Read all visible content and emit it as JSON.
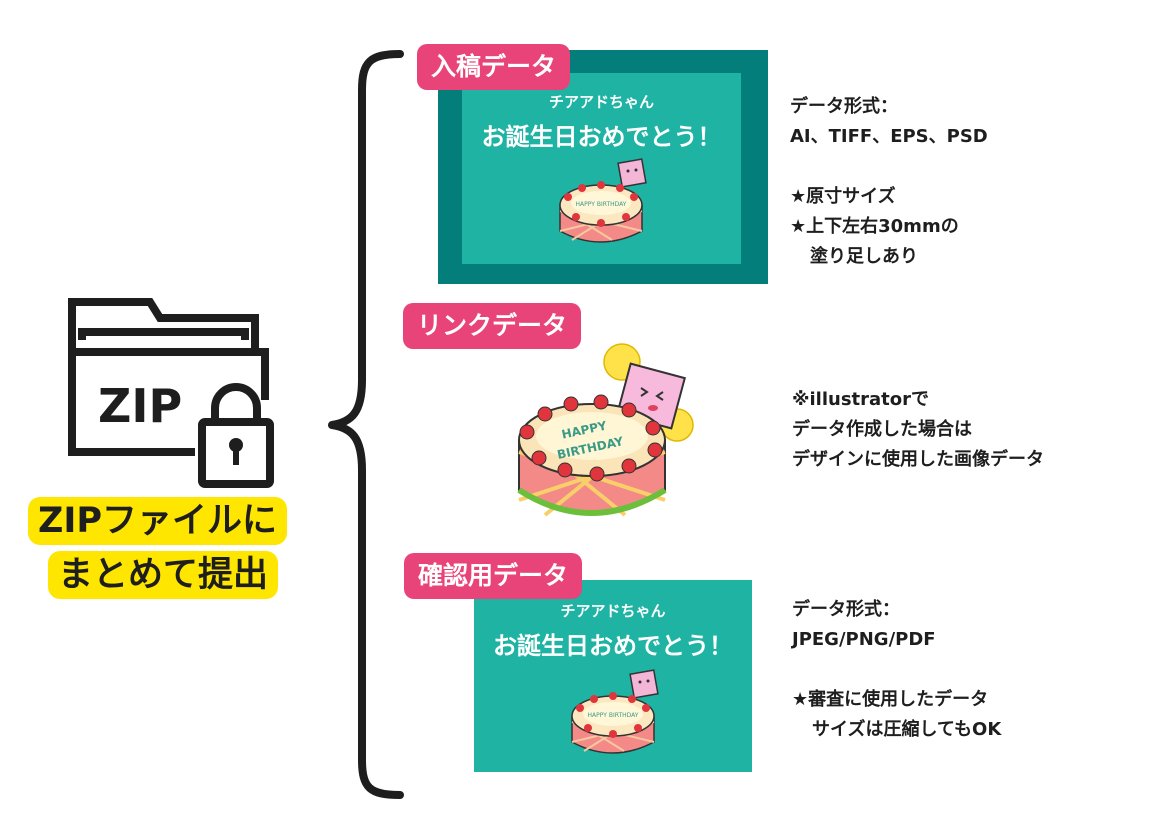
{
  "zip": {
    "icon_text": "ZIP",
    "caption_line1": "ZIPファイルに",
    "caption_line2": "まとめて提出"
  },
  "sections": {
    "submission": {
      "label": "入稿データ",
      "card_subtitle": "チアアドちゃん",
      "card_title": "お誕生日おめでとう！",
      "cake_text": "HAPPY BIRTHDAY",
      "desc": [
        "データ形式：",
        "AI、TIFF、EPS、PSD",
        "",
        "★原寸サイズ",
        "★上下左右30mmの",
        "塗り足しあり"
      ]
    },
    "link": {
      "label": "リンクデータ",
      "cake_text_1": "HAPPY",
      "cake_text_2": "BIRTHDAY",
      "desc": [
        "※illustratorで",
        "データ作成した場合は",
        "デザインに使用した画像データ"
      ]
    },
    "confirm": {
      "label": "確認用データ",
      "card_subtitle": "チアアドちゃん",
      "card_title": "お誕生日おめでとう！",
      "cake_text": "HAPPY BIRTHDAY",
      "desc": [
        "データ形式：",
        "JPEG/PNG/PDF",
        "",
        "★審査に使用したデータ",
        "サイズは圧縮してもOK"
      ]
    }
  },
  "colors": {
    "label_bg": "#e8447a",
    "card_dark": "#037e7a",
    "card_light": "#1fb3a4",
    "highlight": "#ffe600"
  }
}
